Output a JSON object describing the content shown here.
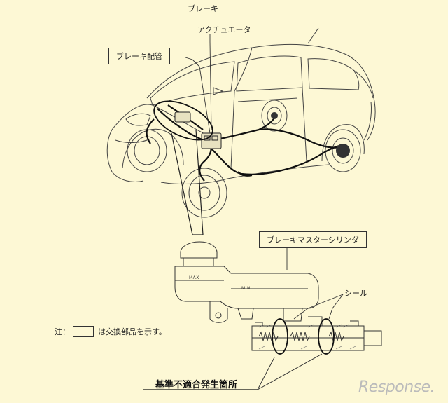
{
  "labels": {
    "actuator_line1": "ブレーキ",
    "actuator_line2": "アクチュエータ",
    "brake_piping": "ブレーキ配管",
    "master_cylinder": "ブレーキマスターシリンダ",
    "max_mark": "MAX",
    "min_mark": "MIN",
    "seal": "シール",
    "note_prefix": "注：",
    "note_suffix": "は交換部品を示す。",
    "defect_location": "基準不適合発生箇所"
  },
  "watermark": "Response.",
  "colors": {
    "background": "#fdf8d5",
    "line": "#333333",
    "watermark": "#bbbbbb"
  }
}
